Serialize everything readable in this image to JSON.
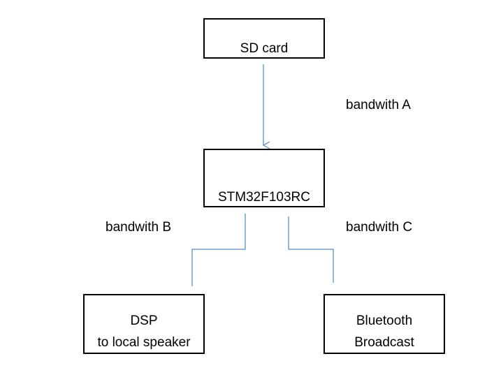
{
  "nodes": {
    "sd_card": {
      "label": "SD card"
    },
    "mcu": {
      "label": "STM32F103RC"
    },
    "dsp": {
      "line1": "DSP",
      "line2": "to local speaker"
    },
    "bluetooth": {
      "line1": "Bluetooth",
      "line2": "Broadcast"
    }
  },
  "edges": {
    "a": {
      "label": "bandwith A"
    },
    "b": {
      "label": "bandwith B"
    },
    "c": {
      "label": "bandwith C"
    }
  },
  "colors": {
    "connector": "#5b8fc7",
    "box_border": "#000000"
  }
}
